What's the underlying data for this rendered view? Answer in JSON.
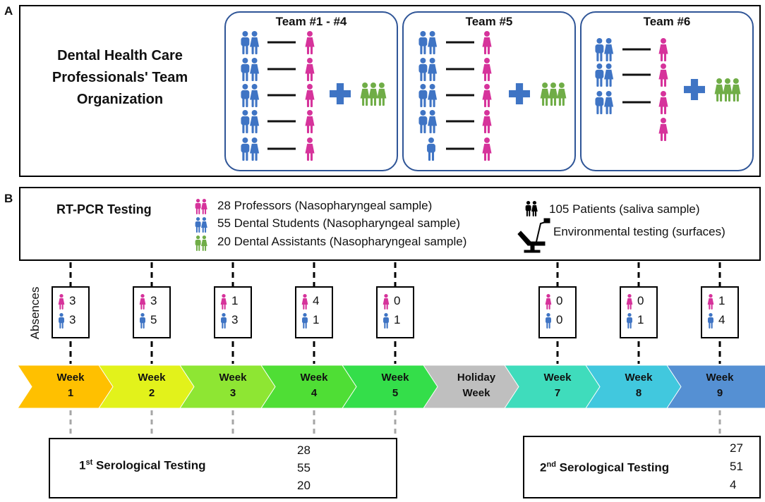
{
  "panel_a": {
    "letter": "A",
    "title_lines": [
      "Dental Health Care",
      "Professionals' Team",
      "Organization"
    ],
    "teams": [
      {
        "title": "Team #1 - #4"
      },
      {
        "title": "Team #5"
      },
      {
        "title": "Team #6"
      }
    ]
  },
  "panel_b": {
    "letter": "B",
    "rtpcr_title": "RT-PCR Testing",
    "legend": [
      "28 Professors (Nasopharyngeal sample)",
      "55 Dental Students (Nasopharyngeal sample)",
      "20 Dental Assistants (Nasopharyngeal sample)"
    ],
    "patients": "105 Patients (saliva sample)",
    "environmental": "Environmental testing (surfaces)",
    "absences_label": "Absences",
    "weeks": [
      {
        "l1": "Week",
        "l2": "1",
        "color": "#ffc000",
        "prof": "3",
        "stud": "3"
      },
      {
        "l1": "Week",
        "l2": "2",
        "color": "#e2f21b",
        "prof": "3",
        "stud": "5"
      },
      {
        "l1": "Week",
        "l2": "3",
        "color": "#8ee633",
        "prof": "1",
        "stud": "3"
      },
      {
        "l1": "Week",
        "l2": "4",
        "color": "#4fde35",
        "prof": "4",
        "stud": "1"
      },
      {
        "l1": "Week",
        "l2": "5",
        "color": "#34de4a",
        "prof": "0",
        "stud": "1"
      },
      {
        "l1": "Holiday",
        "l2": "Week",
        "color": "#bfbfbf",
        "prof": "",
        "stud": ""
      },
      {
        "l1": "Week",
        "l2": "7",
        "color": "#3fdcbc",
        "prof": "0",
        "stud": "0"
      },
      {
        "l1": "Week",
        "l2": "8",
        "color": "#41c8de",
        "prof": "0",
        "stud": "1"
      },
      {
        "l1": "Week",
        "l2": "9",
        "color": "#5590d3",
        "prof": "1",
        "stud": "4"
      }
    ],
    "sero1": {
      "title_pre": "1",
      "title_sup": "st",
      "title_post": " Serological Testing",
      "counts": [
        "28",
        "55",
        "20"
      ]
    },
    "sero2": {
      "title_pre": "2",
      "title_sup": "nd",
      "title_post": " Serological Testing",
      "counts": [
        "27",
        "51",
        "4"
      ]
    }
  },
  "colors": {
    "professor": "#d6339b",
    "student": "#3f74c4",
    "assistant": "#70ad47",
    "patient": "#000000",
    "team_border": "#2f5597"
  },
  "icons": [
    "professor-icon",
    "student-icon",
    "assistant-icon",
    "patient-icon",
    "dental-chair-icon",
    "plus-icon"
  ]
}
